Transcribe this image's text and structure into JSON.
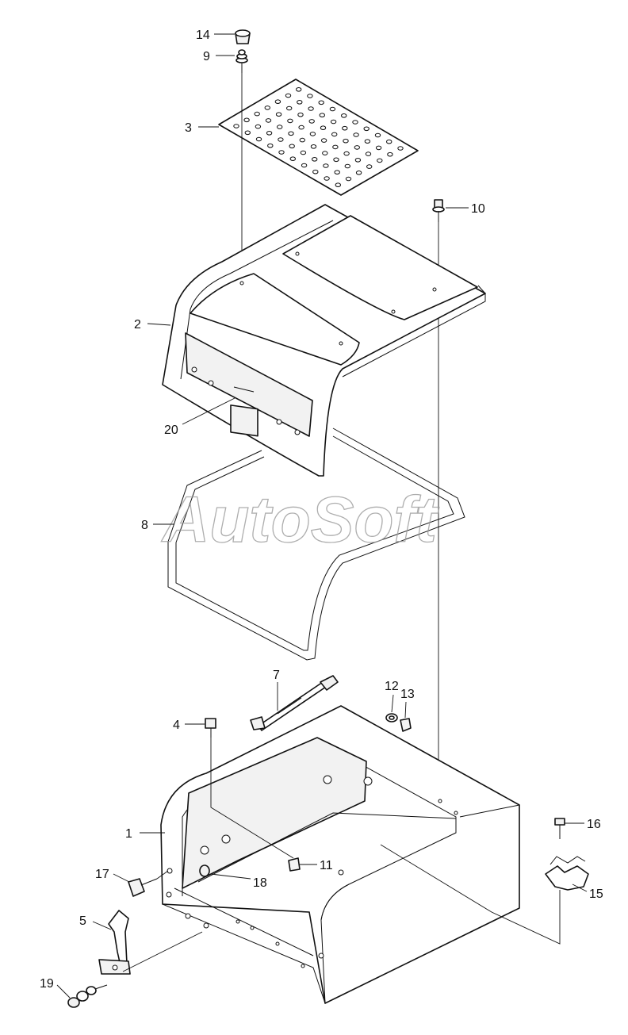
{
  "watermark": "AutoSoft",
  "callouts": [
    {
      "number": "1"
    },
    {
      "number": "2"
    },
    {
      "number": "3"
    },
    {
      "number": "4"
    },
    {
      "number": "5"
    },
    {
      "number": "7"
    },
    {
      "number": "8"
    },
    {
      "number": "9"
    },
    {
      "number": "10"
    },
    {
      "number": "11"
    },
    {
      "number": "12"
    },
    {
      "number": "13"
    },
    {
      "number": "14"
    },
    {
      "number": "15"
    },
    {
      "number": "16"
    },
    {
      "number": "17"
    },
    {
      "number": "18"
    },
    {
      "number": "19"
    },
    {
      "number": "20"
    }
  ]
}
